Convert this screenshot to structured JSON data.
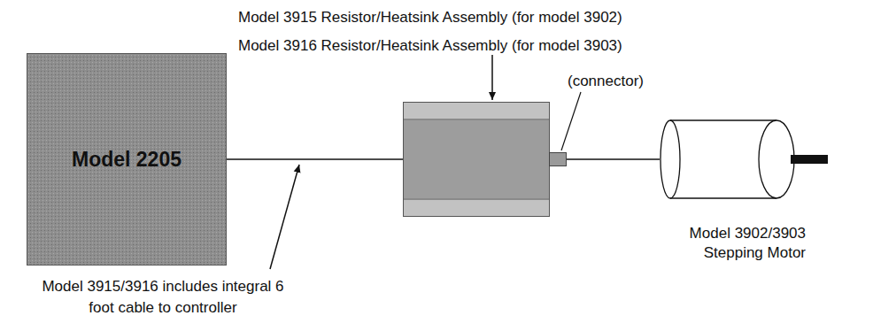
{
  "diagram": {
    "nodes": [
      {
        "text": [
          "Model 2205"
        ]
      },
      {
        "text": [
          "Model 3915 Resistor/Heatsink Assembly (for model 3902)",
          "Model 3916 Resistor/Heatsink Assembly (for model 3903)"
        ]
      },
      {
        "text": [
          "(connector)"
        ]
      },
      {
        "text": [
          "Model 3902/3903 Stepping Motor"
        ]
      }
    ],
    "edges": [
      {
        "from": 0,
        "to": 1,
        "arrow": "none"
      },
      {
        "from": 1,
        "to": 2,
        "arrow": "none"
      },
      {
        "from": 2,
        "to": 3,
        "arrow": "none"
      }
    ],
    "labels": [
      "Model 3915/3916 includes integral 6 foot cable to controller"
    ]
  }
}
